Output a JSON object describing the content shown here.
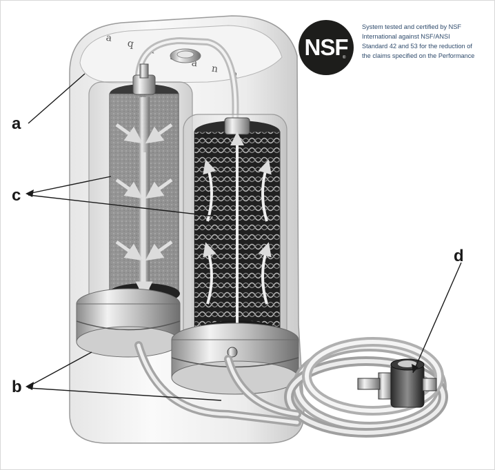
{
  "labels": {
    "a": "a",
    "b": "b",
    "c": "c",
    "d": "d"
  },
  "brand_letters": [
    "a",
    "q",
    "a",
    "s",
    "a",
    "n",
    "a"
  ],
  "certification": {
    "logo_text": "NSF",
    "registered_mark": "®",
    "lines": [
      "System tested and certified by NSF",
      "International against NSF/ANSI",
      "Standard 42 and 53 for the reduction of",
      "the claims specified on the Performance"
    ]
  },
  "colors": {
    "nsf_logo": "#1d1d1b",
    "cert_text": "#2e4a6b",
    "callout": "#1a1a1a"
  }
}
